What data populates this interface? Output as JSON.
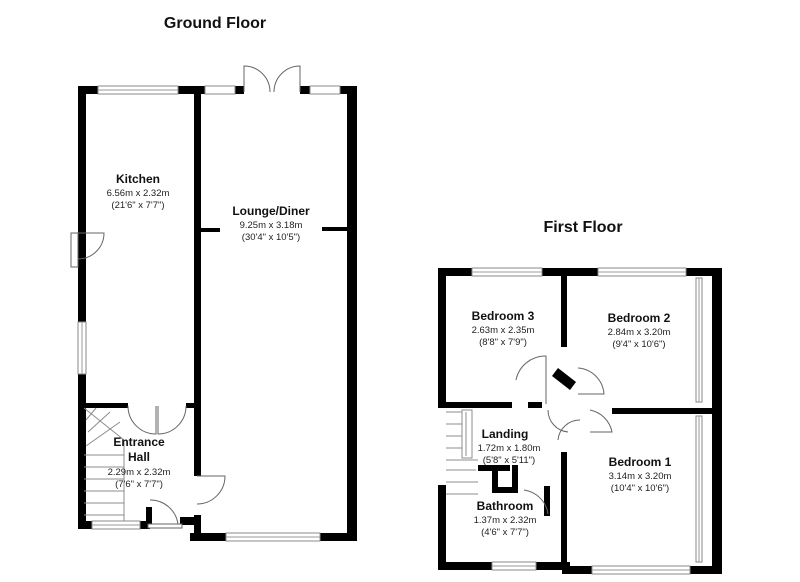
{
  "ground_floor": {
    "title": "Ground Floor",
    "rooms": {
      "kitchen": {
        "name": "Kitchen",
        "metric": "6.56m x 2.32m",
        "imperial": "(21'6\" x 7'7\")"
      },
      "lounge": {
        "name": "Lounge/Diner",
        "metric": "9.25m x 3.18m",
        "imperial": "(30'4\" x 10'5\")"
      },
      "entrance": {
        "name_line1": "Entrance",
        "name_line2": "Hall",
        "metric": "2.29m x 2.32m",
        "imperial": "(7'6\" x 7'7\")"
      }
    }
  },
  "first_floor": {
    "title": "First Floor",
    "rooms": {
      "bedroom3": {
        "name": "Bedroom 3",
        "metric": "2.63m x 2.35m",
        "imperial": "(8'8\" x 7'9\")"
      },
      "bedroom2": {
        "name": "Bedroom 2",
        "metric": "2.84m x 3.20m",
        "imperial": "(9'4\" x 10'6\")"
      },
      "landing": {
        "name": "Landing",
        "metric": "1.72m x 1.80m",
        "imperial": "(5'8\" x 5'11\")"
      },
      "bedroom1": {
        "name": "Bedroom 1",
        "metric": "3.14m x 3.20m",
        "imperial": "(10'4\" x 10'6\")"
      },
      "bathroom": {
        "name": "Bathroom",
        "metric": "1.37m x 2.32m",
        "imperial": "(4'6\" x 7'7\")"
      }
    }
  }
}
